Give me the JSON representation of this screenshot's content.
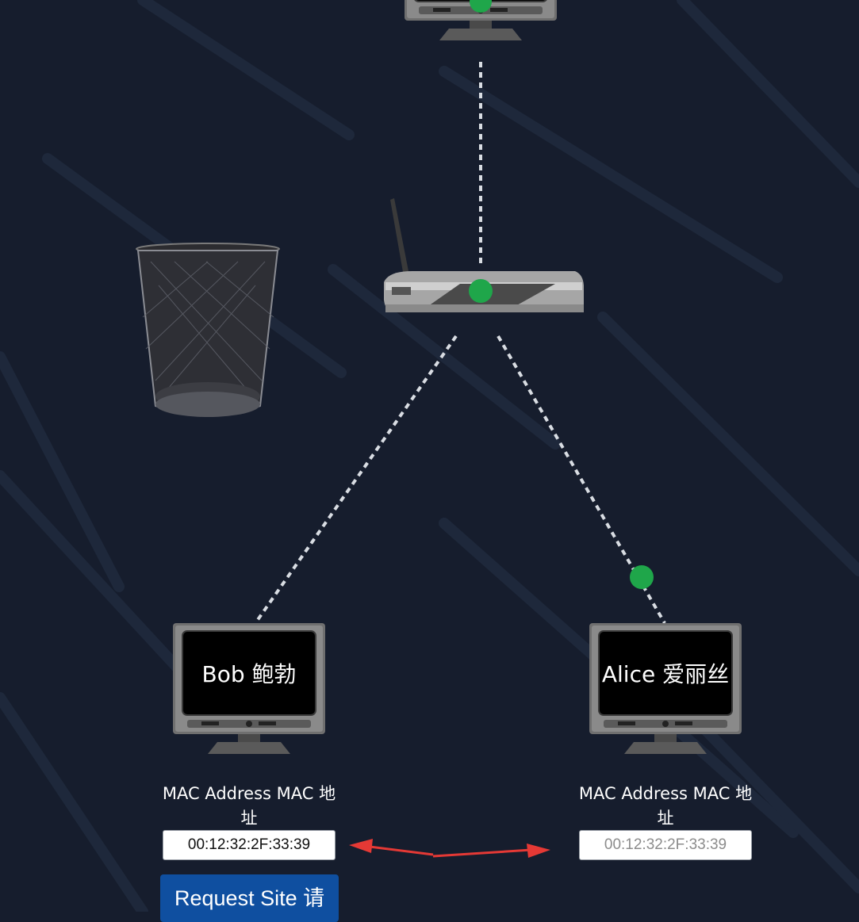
{
  "nodes": {
    "top_computer": {
      "icon": "monitor-icon"
    },
    "router": {
      "icon": "router-icon"
    },
    "trash": {
      "icon": "trash-bin-icon"
    },
    "bob": {
      "screen_label": "Bob 鲍勃",
      "mac_label": "MAC Address MAC 地址",
      "mac_value": "00:12:32:2F:33:39"
    },
    "alice": {
      "screen_label": "Alice 爱丽丝",
      "mac_label": "MAC Address MAC 地址",
      "mac_placeholder": "00:12:32:2F:33:39"
    }
  },
  "actions": {
    "request_site_label": "Request Site 请"
  },
  "colors": {
    "background": "#161d2d",
    "link_line": "#d9dde3",
    "packet": "#1fa64a",
    "button": "#0f4fa0",
    "annotation_arrow": "#e53935"
  }
}
